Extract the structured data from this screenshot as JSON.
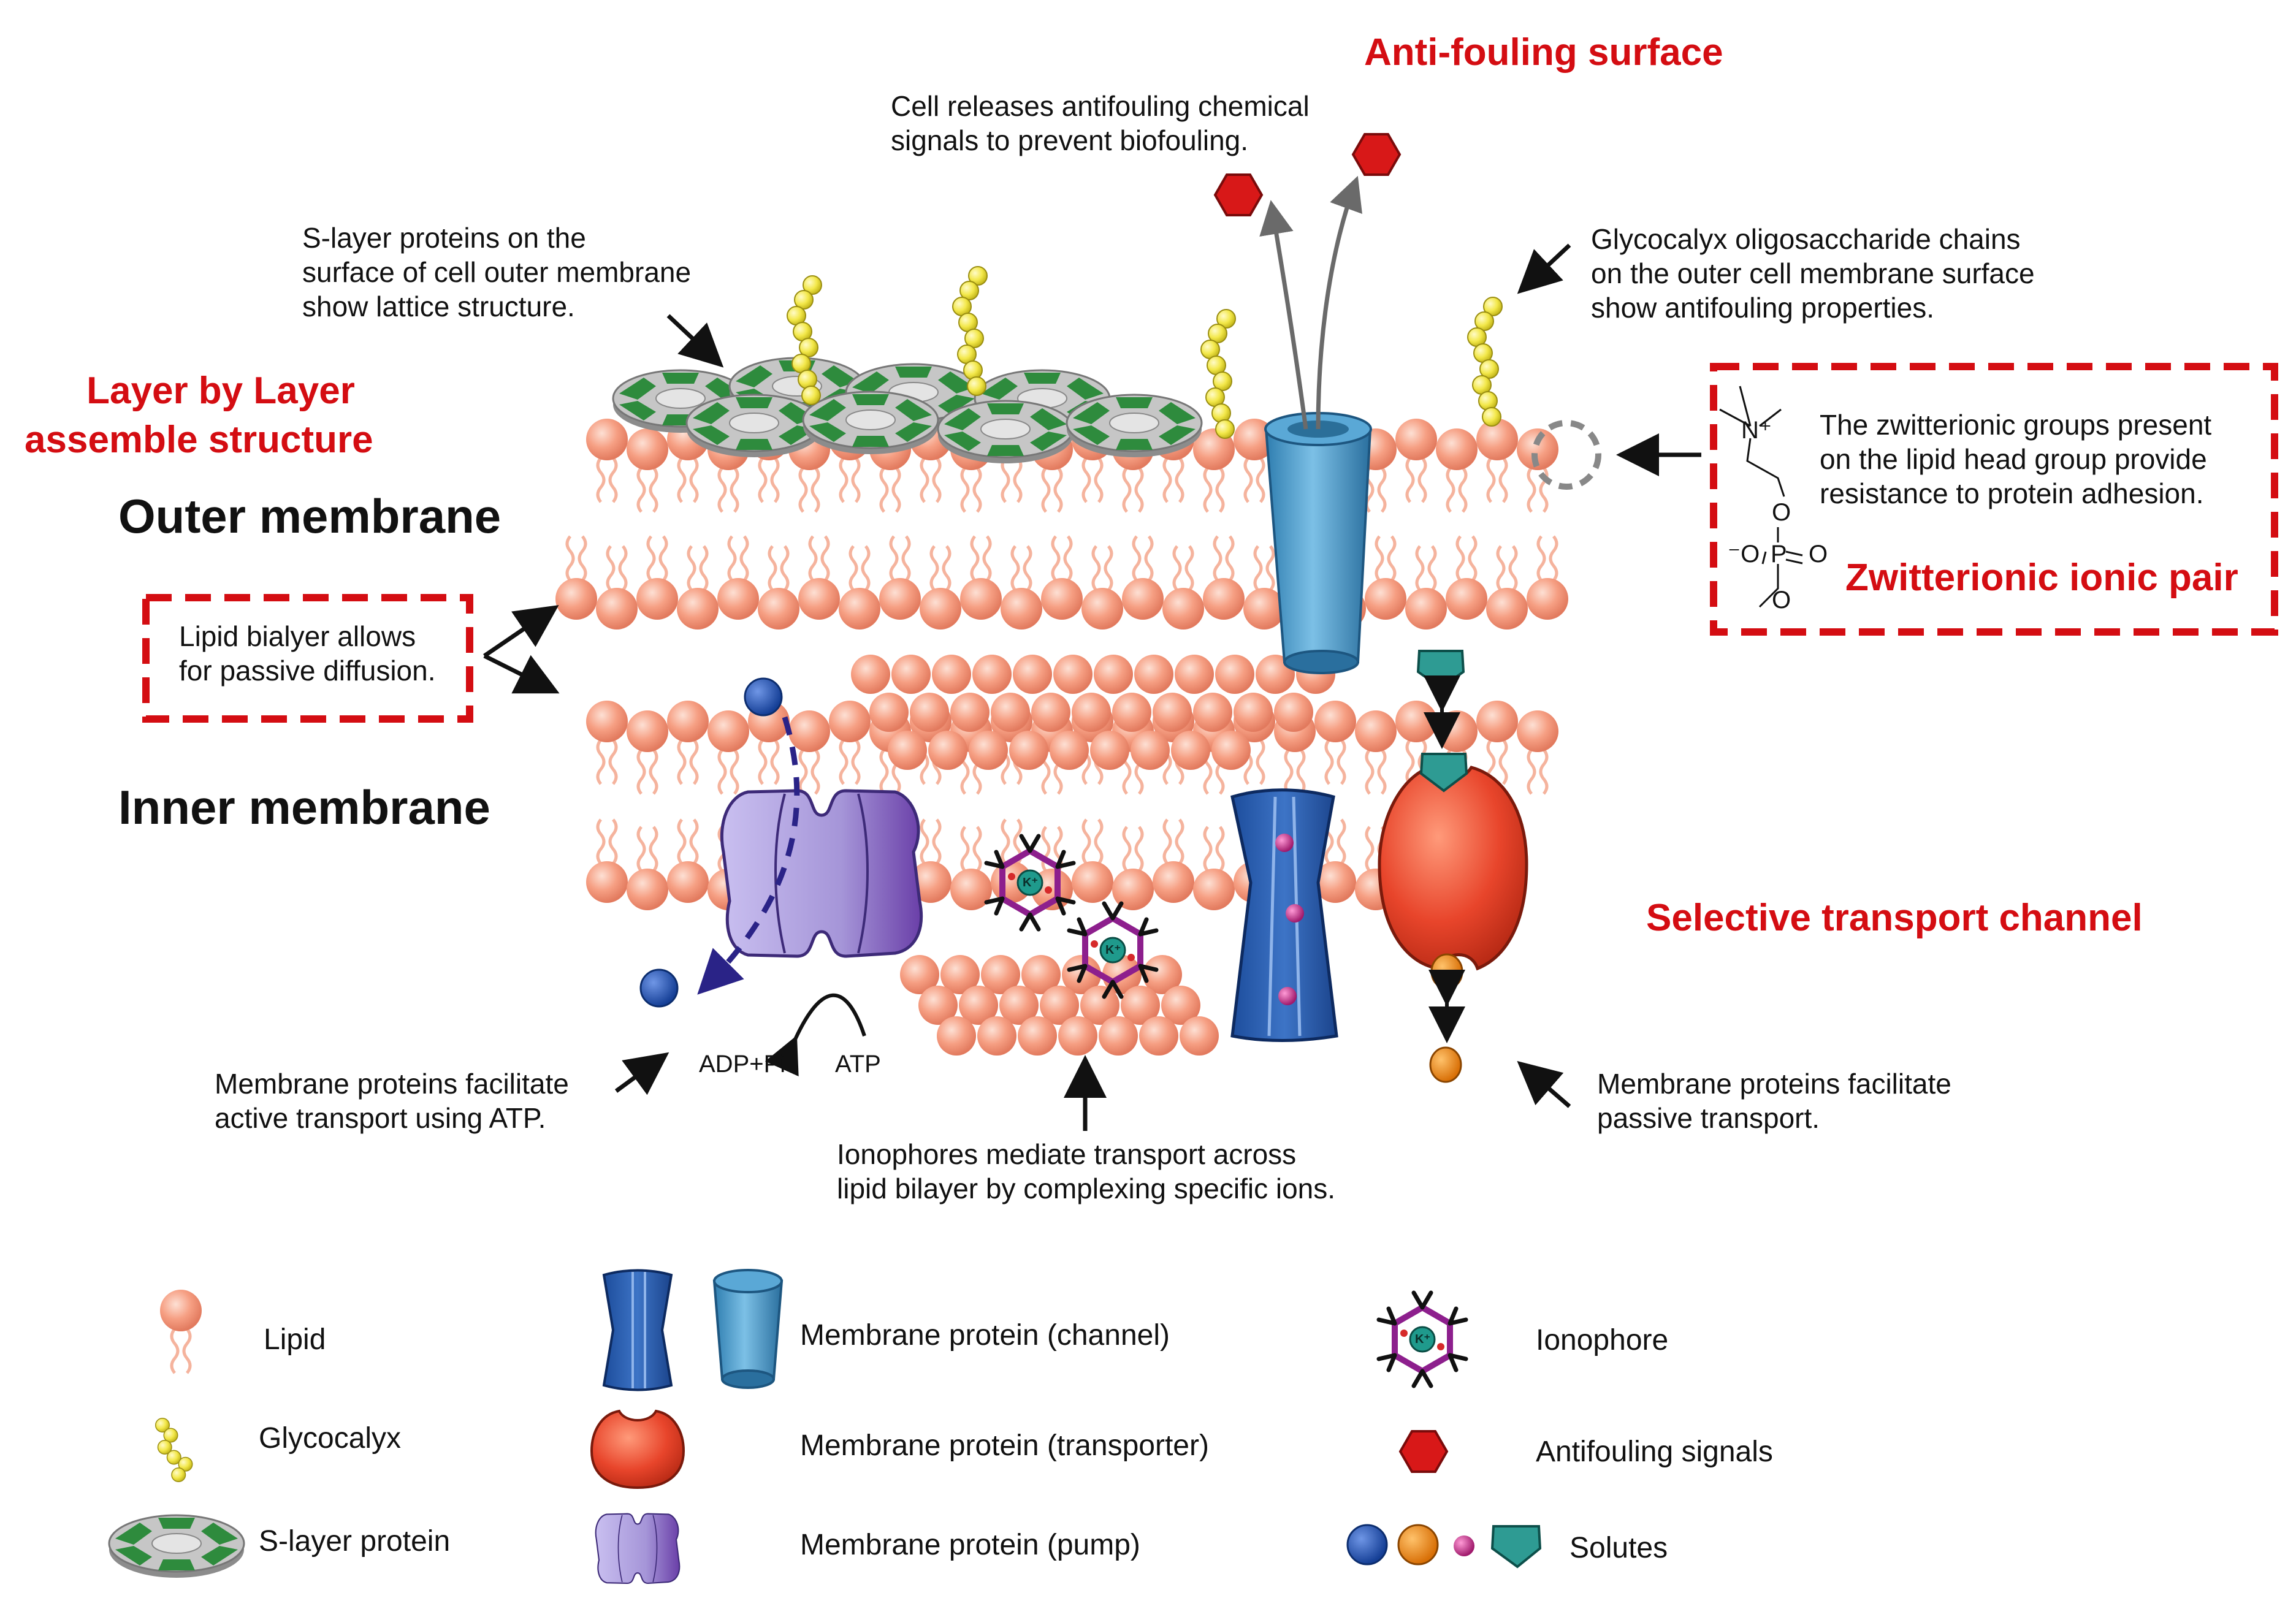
{
  "headings": {
    "antifouling_surface": "Anti-fouling surface",
    "layer_by_layer": [
      "Layer by Layer",
      "assemble structure"
    ],
    "outer_membrane": "Outer membrane",
    "inner_membrane": "Inner membrane",
    "selective_transport": "Selective transport channel",
    "zwitterionic_pair": "Zwitterionic ionic pair"
  },
  "notes": {
    "cell_releases": [
      "Cell releases antifouling chemical",
      "signals to prevent biofouling."
    ],
    "s_layer": [
      "S-layer proteins on the",
      "surface of cell outer membrane",
      "show lattice structure."
    ],
    "glycocalyx": [
      "Glycocalyx oligosaccharide chains",
      "on the outer cell membrane surface",
      "show antifouling properties."
    ],
    "zwitterionic_groups": [
      "The zwitterionic groups present",
      "on the lipid head group provide",
      "resistance to protein adhesion."
    ],
    "lipid_bilayer": [
      "Lipid bialyer allows",
      "for passive diffusion."
    ],
    "active_transport": [
      "Membrane proteins facilitate",
      "active transport using ATP."
    ],
    "ionophores": [
      "Ionophores mediate transport across",
      "lipid bilayer by complexing specific ions."
    ],
    "passive_transport": [
      "Membrane proteins facilitate",
      "passive transport."
    ],
    "adp": "ADP+Pi",
    "atp": "ATP",
    "k_ion": "K⁺",
    "chem": {
      "n_plus": "N⁺",
      "o1": "O",
      "o_minus": "⁻O",
      "p": "P",
      "o_double": "O",
      "o3": "O"
    }
  },
  "legend": [
    {
      "icon": "lipid",
      "label": "Lipid"
    },
    {
      "icon": "glycocalyx",
      "label": "Glycocalyx"
    },
    {
      "icon": "s-layer",
      "label": "S-layer protein"
    },
    {
      "icon": "channel",
      "label": "Membrane protein (channel)"
    },
    {
      "icon": "transporter",
      "label": "Membrane protein (transporter)"
    },
    {
      "icon": "pump",
      "label": "Membrane protein (pump)"
    },
    {
      "icon": "ionophore",
      "label": "Ionophore"
    },
    {
      "icon": "antifouling-signal",
      "label": "Antifouling signals"
    },
    {
      "icon": "solutes",
      "label": "Solutes"
    }
  ],
  "colors": {
    "lipid_head": "#f49a7e",
    "lipid_tail": "#f5b39d",
    "highlight_red": "#d40d12",
    "glycocalyx": "#f2e94e",
    "s_layer_green": "#2e8b3d",
    "s_layer_grey": "#a9a9a9",
    "channel_dark_blue": "#2f5fb0",
    "channel_light_blue": "#4f9fd0",
    "transporter": "#e8452b",
    "pump": "#b5a6d9",
    "solute_blue": "#2454b0",
    "solute_orange": "#ee8a1c",
    "solute_teal": "#2e9b93",
    "solute_magenta": "#c8308c",
    "antifouling": "#d81818"
  }
}
